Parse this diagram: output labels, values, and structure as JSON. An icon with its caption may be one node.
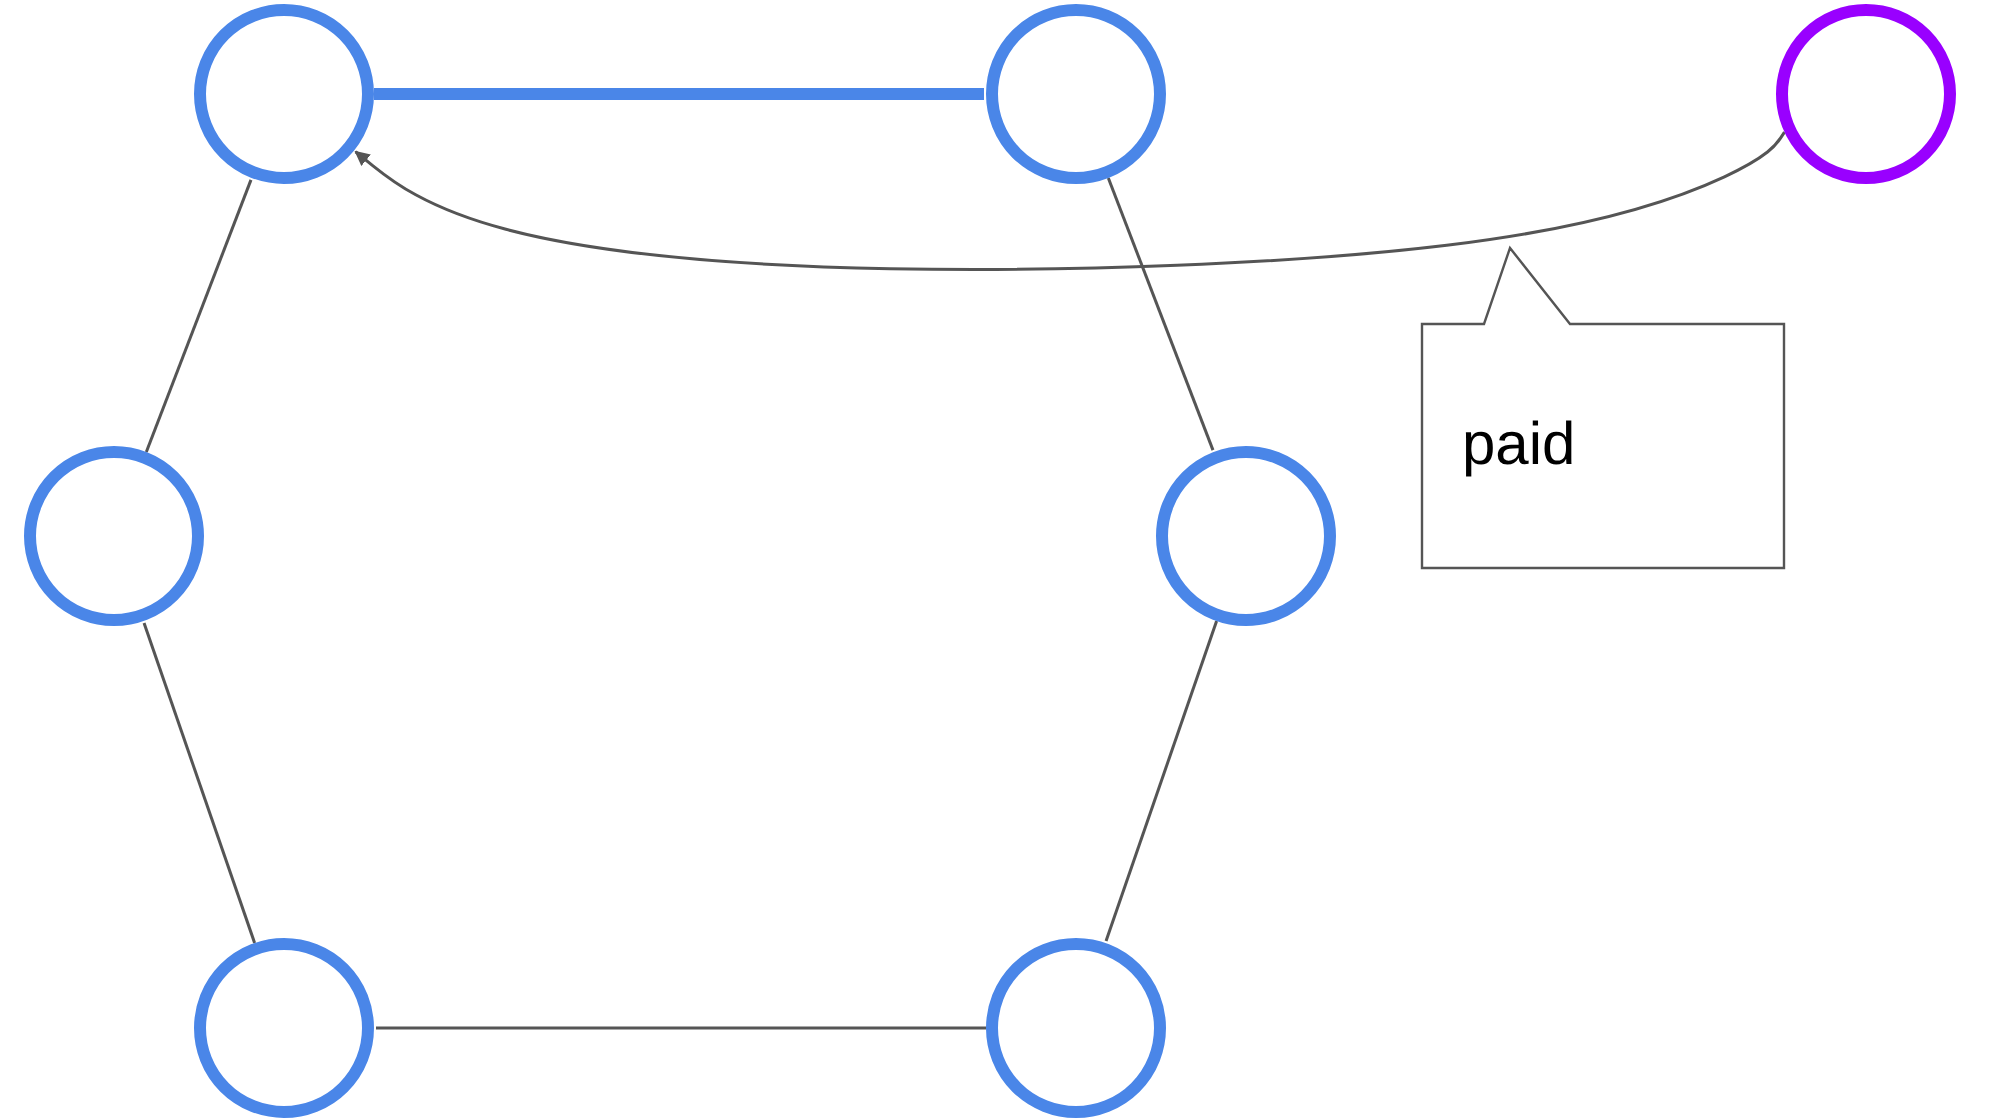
{
  "diagram": {
    "nodes": [
      {
        "text": [],
        "shape": "circle"
      },
      {
        "text": [],
        "shape": "circle"
      },
      {
        "text": [],
        "shape": "circle"
      },
      {
        "text": [],
        "shape": "circle"
      },
      {
        "text": [],
        "shape": "circle"
      },
      {
        "text": [],
        "shape": "circle"
      },
      {
        "text": [],
        "shape": "circle"
      }
    ],
    "edges": [
      {
        "from": 0,
        "to": 1,
        "arrow": "none",
        "style": "thick",
        "color": "#4a86e8"
      },
      {
        "from": 1,
        "to": 2,
        "arrow": "none"
      },
      {
        "from": 2,
        "to": 3,
        "arrow": "none"
      },
      {
        "from": 3,
        "to": 4,
        "arrow": "none"
      },
      {
        "from": 4,
        "to": 5,
        "arrow": "none"
      },
      {
        "from": 5,
        "to": 0,
        "arrow": "none"
      },
      {
        "from": 6,
        "to": 0,
        "arrow": "to",
        "label": "paid"
      }
    ]
  }
}
